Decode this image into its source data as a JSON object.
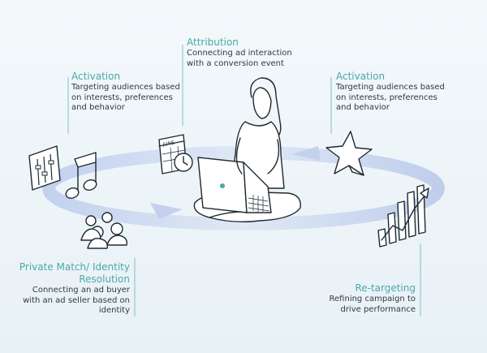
{
  "nodes": {
    "attribution": {
      "title": "Attribution",
      "lines": [
        "Connecting ad interaction",
        "with a conversion event"
      ]
    },
    "activation_left": {
      "title": "Activation",
      "lines": [
        "Targeting audiences based",
        "on interests, preferences",
        "and behavior"
      ]
    },
    "activation_right": {
      "title": "Activation",
      "lines": [
        "Targeting audiences based",
        "on interests, preferences",
        "and behavior"
      ]
    },
    "private_match": {
      "title_lines": [
        "Private Match/ Identity",
        "Resolution"
      ],
      "lines": [
        "Connecting an ad buyer",
        "with an ad seller based on",
        "identity"
      ]
    },
    "retargeting": {
      "title": "Re-targeting",
      "lines": [
        "Refining campaign to",
        "drive performance"
      ]
    }
  },
  "icons": {
    "center": "person-with-laptop-icon",
    "calendar": "calendar-icon",
    "equalizer": "equalizer-icon",
    "music": "music-note-icon",
    "people": "people-group-icon",
    "star": "star-icon",
    "bars": "bar-chart-growth-icon"
  },
  "colors": {
    "accent": "#4aa9a6",
    "ring": "#c9d6ef",
    "text": "#2f3a40",
    "screen_dot": "#4aa9a6"
  }
}
